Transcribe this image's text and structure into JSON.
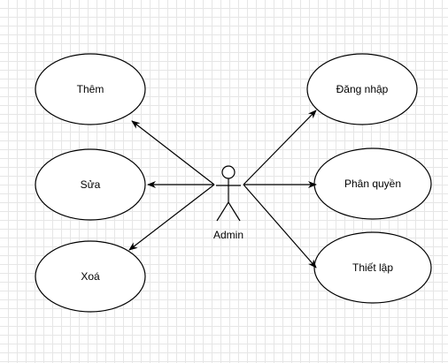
{
  "diagram": {
    "actor": {
      "label": "Admin"
    },
    "left_use_cases": [
      {
        "label": "Thêm"
      },
      {
        "label": "Sửa"
      },
      {
        "label": "Xoá"
      }
    ],
    "right_use_cases": [
      {
        "label": "Đăng nhập"
      },
      {
        "label": "Phân quyền"
      },
      {
        "label": "Thiết lập"
      }
    ],
    "colors": {
      "stroke": "#000000",
      "fill": "#ffffff",
      "grid": "#e6e6e6"
    }
  }
}
